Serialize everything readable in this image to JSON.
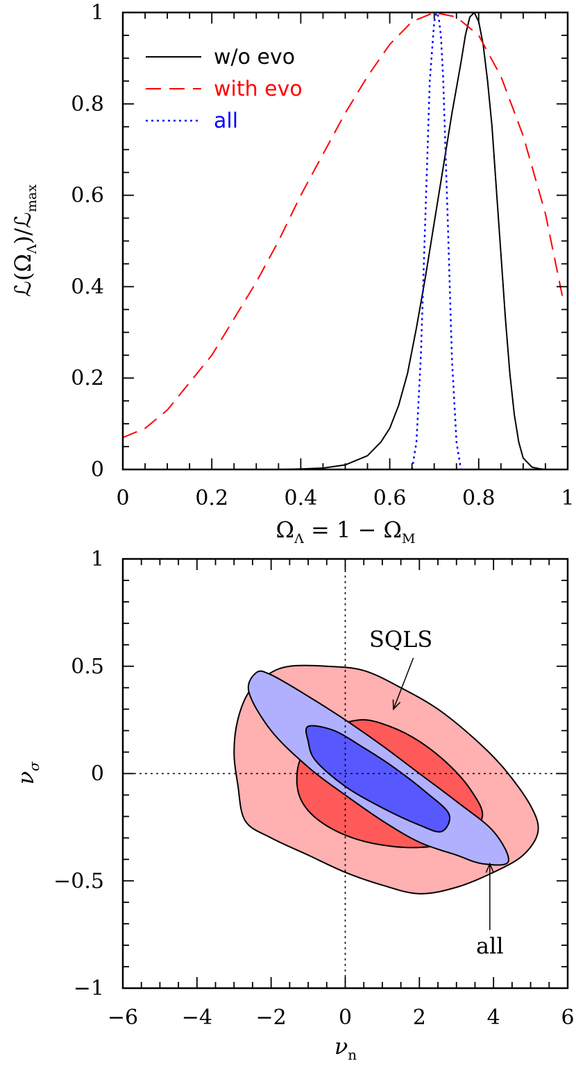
{
  "chart_data": [
    {
      "type": "line",
      "xlabel": "Ω_Λ = 1 − Ω_M",
      "xlabel_parts": {
        "base": "Ω",
        "sub": "Λ",
        "rest": " = 1 − Ω",
        "sub2": "M"
      },
      "ylabel": "ℒ(Ω_Λ)/ℒ_max",
      "ylabel_parts": {
        "a": "ℒ(Ω",
        "sub": "Λ",
        "b": ")/ℒ",
        "sub2": "max"
      },
      "xlim": [
        0,
        1
      ],
      "ylim": [
        0,
        1
      ],
      "xticks": [
        "0",
        "0.2",
        "0.4",
        "0.6",
        "0.8",
        "1"
      ],
      "yticks": [
        "0",
        "0.2",
        "0.4",
        "0.6",
        "0.8",
        "1"
      ],
      "legend_position": "top-left",
      "series": [
        {
          "name": "w/o evo",
          "color": "#000000",
          "style": "solid",
          "x": [
            0.35,
            0.4,
            0.45,
            0.5,
            0.55,
            0.58,
            0.6,
            0.62,
            0.64,
            0.66,
            0.68,
            0.7,
            0.72,
            0.74,
            0.76,
            0.77,
            0.78,
            0.79,
            0.8,
            0.81,
            0.82,
            0.83,
            0.84,
            0.85,
            0.86,
            0.87,
            0.88,
            0.89,
            0.9,
            0.92,
            0.94,
            0.95
          ],
          "y": [
            0.0,
            0.001,
            0.003,
            0.01,
            0.03,
            0.06,
            0.09,
            0.14,
            0.21,
            0.31,
            0.42,
            0.54,
            0.66,
            0.78,
            0.89,
            0.95,
            0.99,
            1.0,
            0.98,
            0.93,
            0.85,
            0.75,
            0.61,
            0.47,
            0.33,
            0.21,
            0.12,
            0.06,
            0.025,
            0.005,
            0.001,
            0.0
          ]
        },
        {
          "name": "with evo",
          "color": "#ff0000",
          "style": "dashed",
          "x": [
            0.0,
            0.05,
            0.1,
            0.15,
            0.2,
            0.25,
            0.3,
            0.35,
            0.4,
            0.45,
            0.5,
            0.55,
            0.6,
            0.65,
            0.7,
            0.75,
            0.8,
            0.85,
            0.9,
            0.95,
            0.99
          ],
          "y": [
            0.07,
            0.09,
            0.13,
            0.19,
            0.25,
            0.33,
            0.41,
            0.5,
            0.6,
            0.69,
            0.78,
            0.86,
            0.93,
            0.98,
            1.0,
            0.99,
            0.95,
            0.86,
            0.73,
            0.56,
            0.37
          ]
        },
        {
          "name": "all",
          "color": "#0000ff",
          "style": "dotted",
          "x": [
            0.65,
            0.66,
            0.67,
            0.68,
            0.69,
            0.7,
            0.705,
            0.71,
            0.715,
            0.72,
            0.73,
            0.74,
            0.75,
            0.76
          ],
          "y": [
            0.0,
            0.06,
            0.25,
            0.55,
            0.85,
            0.98,
            1.0,
            0.99,
            0.95,
            0.86,
            0.56,
            0.24,
            0.06,
            0.0
          ]
        }
      ]
    },
    {
      "type": "contour",
      "xlabel": "ν_n",
      "xlabel_parts": {
        "base": "ν",
        "sub": "n"
      },
      "ylabel": "ν_σ",
      "ylabel_parts": {
        "base": "ν",
        "sub": "σ"
      },
      "xlim": [
        -6,
        6
      ],
      "ylim": [
        -1,
        1
      ],
      "xticks": [
        "−6",
        "−4",
        "−2",
        "0",
        "2",
        "4",
        "6"
      ],
      "yticks": [
        "−1",
        "−0.5",
        "0",
        "0.5",
        "1"
      ],
      "reference_lines": {
        "x": 0,
        "y": 0
      },
      "contours": [
        {
          "group": "SQLS",
          "level": "outer",
          "fill": "#ffb0b0",
          "points": [
            [
              -1.5,
              0.5
            ],
            [
              -0.5,
              0.5
            ],
            [
              0.5,
              0.48
            ],
            [
              1.5,
              0.4
            ],
            [
              2.5,
              0.3
            ],
            [
              3.5,
              0.16
            ],
            [
              4.3,
              0.02
            ],
            [
              5.0,
              -0.15
            ],
            [
              5.2,
              -0.27
            ],
            [
              4.8,
              -0.38
            ],
            [
              4.0,
              -0.46
            ],
            [
              3.0,
              -0.53
            ],
            [
              2.0,
              -0.56
            ],
            [
              1.0,
              -0.52
            ],
            [
              0.0,
              -0.46
            ],
            [
              -1.0,
              -0.38
            ],
            [
              -2.0,
              -0.3
            ],
            [
              -2.7,
              -0.22
            ],
            [
              -2.9,
              -0.05
            ],
            [
              -3.0,
              0.1
            ],
            [
              -2.9,
              0.25
            ],
            [
              -2.6,
              0.38
            ],
            [
              -2.1,
              0.46
            ]
          ]
        },
        {
          "group": "SQLS",
          "level": "inner",
          "fill": "#ff5a5a",
          "points": [
            [
              0.4,
              0.25
            ],
            [
              1.2,
              0.22
            ],
            [
              2.0,
              0.15
            ],
            [
              2.8,
              0.04
            ],
            [
              3.4,
              -0.08
            ],
            [
              3.7,
              -0.2
            ],
            [
              3.2,
              -0.3
            ],
            [
              2.3,
              -0.34
            ],
            [
              1.3,
              -0.34
            ],
            [
              0.2,
              -0.3
            ],
            [
              -0.7,
              -0.22
            ],
            [
              -1.2,
              -0.12
            ],
            [
              -1.3,
              0.0
            ],
            [
              -1.1,
              0.1
            ],
            [
              -0.5,
              0.2
            ]
          ]
        },
        {
          "group": "all",
          "level": "outer",
          "fill": "#b0b0ff",
          "points": [
            [
              -2.4,
              0.47
            ],
            [
              -2.0,
              0.46
            ],
            [
              -1.0,
              0.36
            ],
            [
              0.0,
              0.25
            ],
            [
              1.0,
              0.13
            ],
            [
              2.0,
              0.0
            ],
            [
              3.0,
              -0.13
            ],
            [
              4.0,
              -0.27
            ],
            [
              4.4,
              -0.41
            ],
            [
              3.7,
              -0.42
            ],
            [
              3.0,
              -0.38
            ],
            [
              2.0,
              -0.32
            ],
            [
              1.0,
              -0.22
            ],
            [
              0.0,
              -0.1
            ],
            [
              -1.0,
              0.03
            ],
            [
              -2.0,
              0.2
            ],
            [
              -2.6,
              0.38
            ]
          ]
        },
        {
          "group": "all",
          "level": "inner",
          "fill": "#5858ff",
          "points": [
            [
              -1.0,
              0.22
            ],
            [
              -0.3,
              0.2
            ],
            [
              0.5,
              0.12
            ],
            [
              1.3,
              0.03
            ],
            [
              2.2,
              -0.09
            ],
            [
              2.8,
              -0.19
            ],
            [
              2.6,
              -0.27
            ],
            [
              2.0,
              -0.24
            ],
            [
              1.0,
              -0.16
            ],
            [
              0.0,
              -0.06
            ],
            [
              -0.8,
              0.06
            ],
            [
              -1.0,
              0.15
            ]
          ]
        }
      ],
      "annotations": [
        {
          "text": "SQLS",
          "x": 1.5,
          "y": 0.5,
          "arrow_to": [
            1.3,
            0.3
          ]
        },
        {
          "text": "all",
          "x": 3.9,
          "y": -0.8,
          "arrow_to": [
            3.9,
            -0.42
          ]
        }
      ]
    }
  ]
}
